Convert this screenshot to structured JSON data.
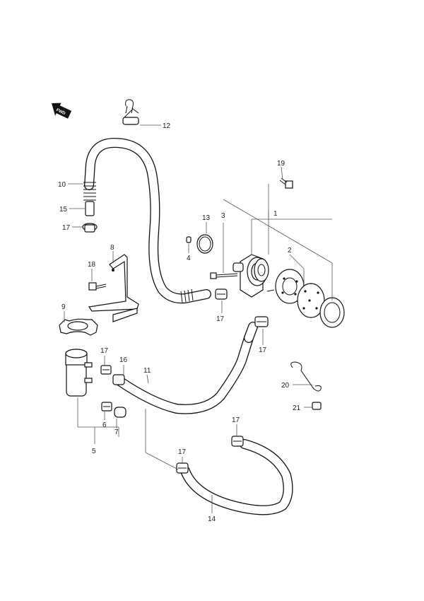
{
  "fwd_label": "FWD",
  "callouts": [
    {
      "id": "p1",
      "text": "1"
    },
    {
      "id": "p2",
      "text": "2"
    },
    {
      "id": "p3",
      "text": "3"
    },
    {
      "id": "p4",
      "text": "4"
    },
    {
      "id": "p5",
      "text": "5"
    },
    {
      "id": "p6",
      "text": "6"
    },
    {
      "id": "p7",
      "text": "7"
    },
    {
      "id": "p8",
      "text": "8"
    },
    {
      "id": "p9",
      "text": "9"
    },
    {
      "id": "p10",
      "text": "10"
    },
    {
      "id": "p11",
      "text": "11"
    },
    {
      "id": "p12",
      "text": "12"
    },
    {
      "id": "p13",
      "text": "13"
    },
    {
      "id": "p14",
      "text": "14"
    },
    {
      "id": "p15",
      "text": "15"
    },
    {
      "id": "p16",
      "text": "16"
    },
    {
      "id": "p17a",
      "text": "17"
    },
    {
      "id": "p17b",
      "text": "17"
    },
    {
      "id": "p17c",
      "text": "17"
    },
    {
      "id": "p17d",
      "text": "17"
    },
    {
      "id": "p17e",
      "text": "17"
    },
    {
      "id": "p17f",
      "text": "17"
    },
    {
      "id": "p18",
      "text": "18"
    },
    {
      "id": "p19",
      "text": "19"
    },
    {
      "id": "p20",
      "text": "20"
    },
    {
      "id": "p21",
      "text": "21"
    }
  ]
}
